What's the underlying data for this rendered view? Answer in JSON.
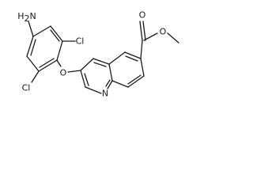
{
  "molecule": {
    "atoms": {
      "nh2": {
        "symbol": "H",
        "sub": "2",
        "prefix": "N"
      },
      "cl_top": "Cl",
      "cl_bottom": "Cl",
      "ether_o": "O",
      "ring_n": "N",
      "carbonyl_o": "O",
      "ester_o": "O"
    }
  }
}
